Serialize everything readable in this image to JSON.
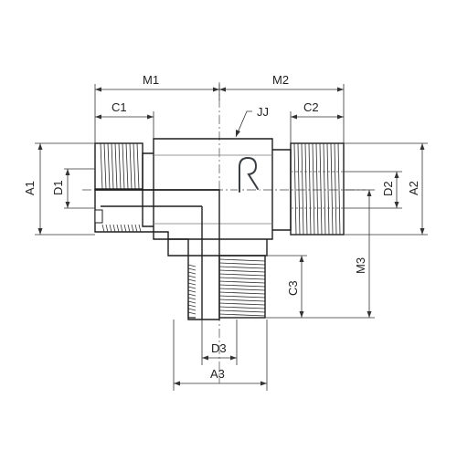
{
  "labels": {
    "m1": "M1",
    "m2": "M2",
    "c1": "C1",
    "c2": "C2",
    "jj": "JJ",
    "a1": "A1",
    "d1": "D1",
    "a2": "A2",
    "d2": "D2",
    "c3": "C3",
    "m3": "M3",
    "d3": "D3",
    "a3": "A3"
  },
  "colors": {
    "body_light": "#e9eaec",
    "body_mid": "#b9bcc1",
    "body_dark": "#7d8187",
    "section_hatch": "#8d9096",
    "line": "#222222"
  },
  "logo": "R"
}
